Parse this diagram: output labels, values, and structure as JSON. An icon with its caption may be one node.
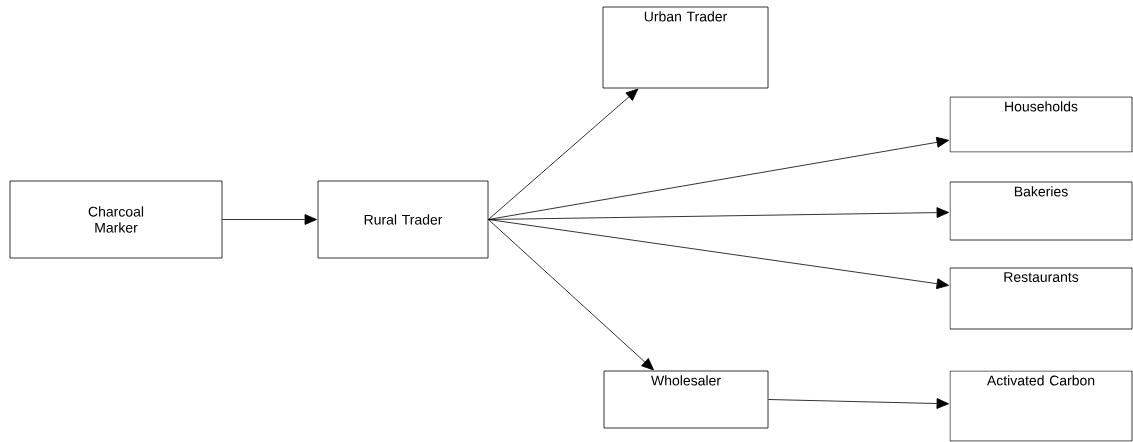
{
  "diagram": {
    "nodes": [
      {
        "text": [
          "Charcoal Marker"
        ]
      },
      {
        "text": [
          "Rural Trader"
        ]
      },
      {
        "text": [
          "Urban Trader"
        ]
      },
      {
        "text": [
          "Households"
        ]
      },
      {
        "text": [
          "Bakeries"
        ]
      },
      {
        "text": [
          "Restaurants"
        ]
      },
      {
        "text": [
          "Wholesaler"
        ]
      },
      {
        "text": [
          "Activated Carbon"
        ]
      }
    ],
    "edges": [
      {
        "from": 0,
        "to": 1,
        "arrow": "to"
      },
      {
        "from": 1,
        "to": 2,
        "arrow": "to"
      },
      {
        "from": 1,
        "to": 3,
        "arrow": "to"
      },
      {
        "from": 1,
        "to": 4,
        "arrow": "to"
      },
      {
        "from": 1,
        "to": 5,
        "arrow": "to"
      },
      {
        "from": 1,
        "to": 6,
        "arrow": "to"
      },
      {
        "from": 6,
        "to": 7,
        "arrow": "to"
      }
    ]
  }
}
